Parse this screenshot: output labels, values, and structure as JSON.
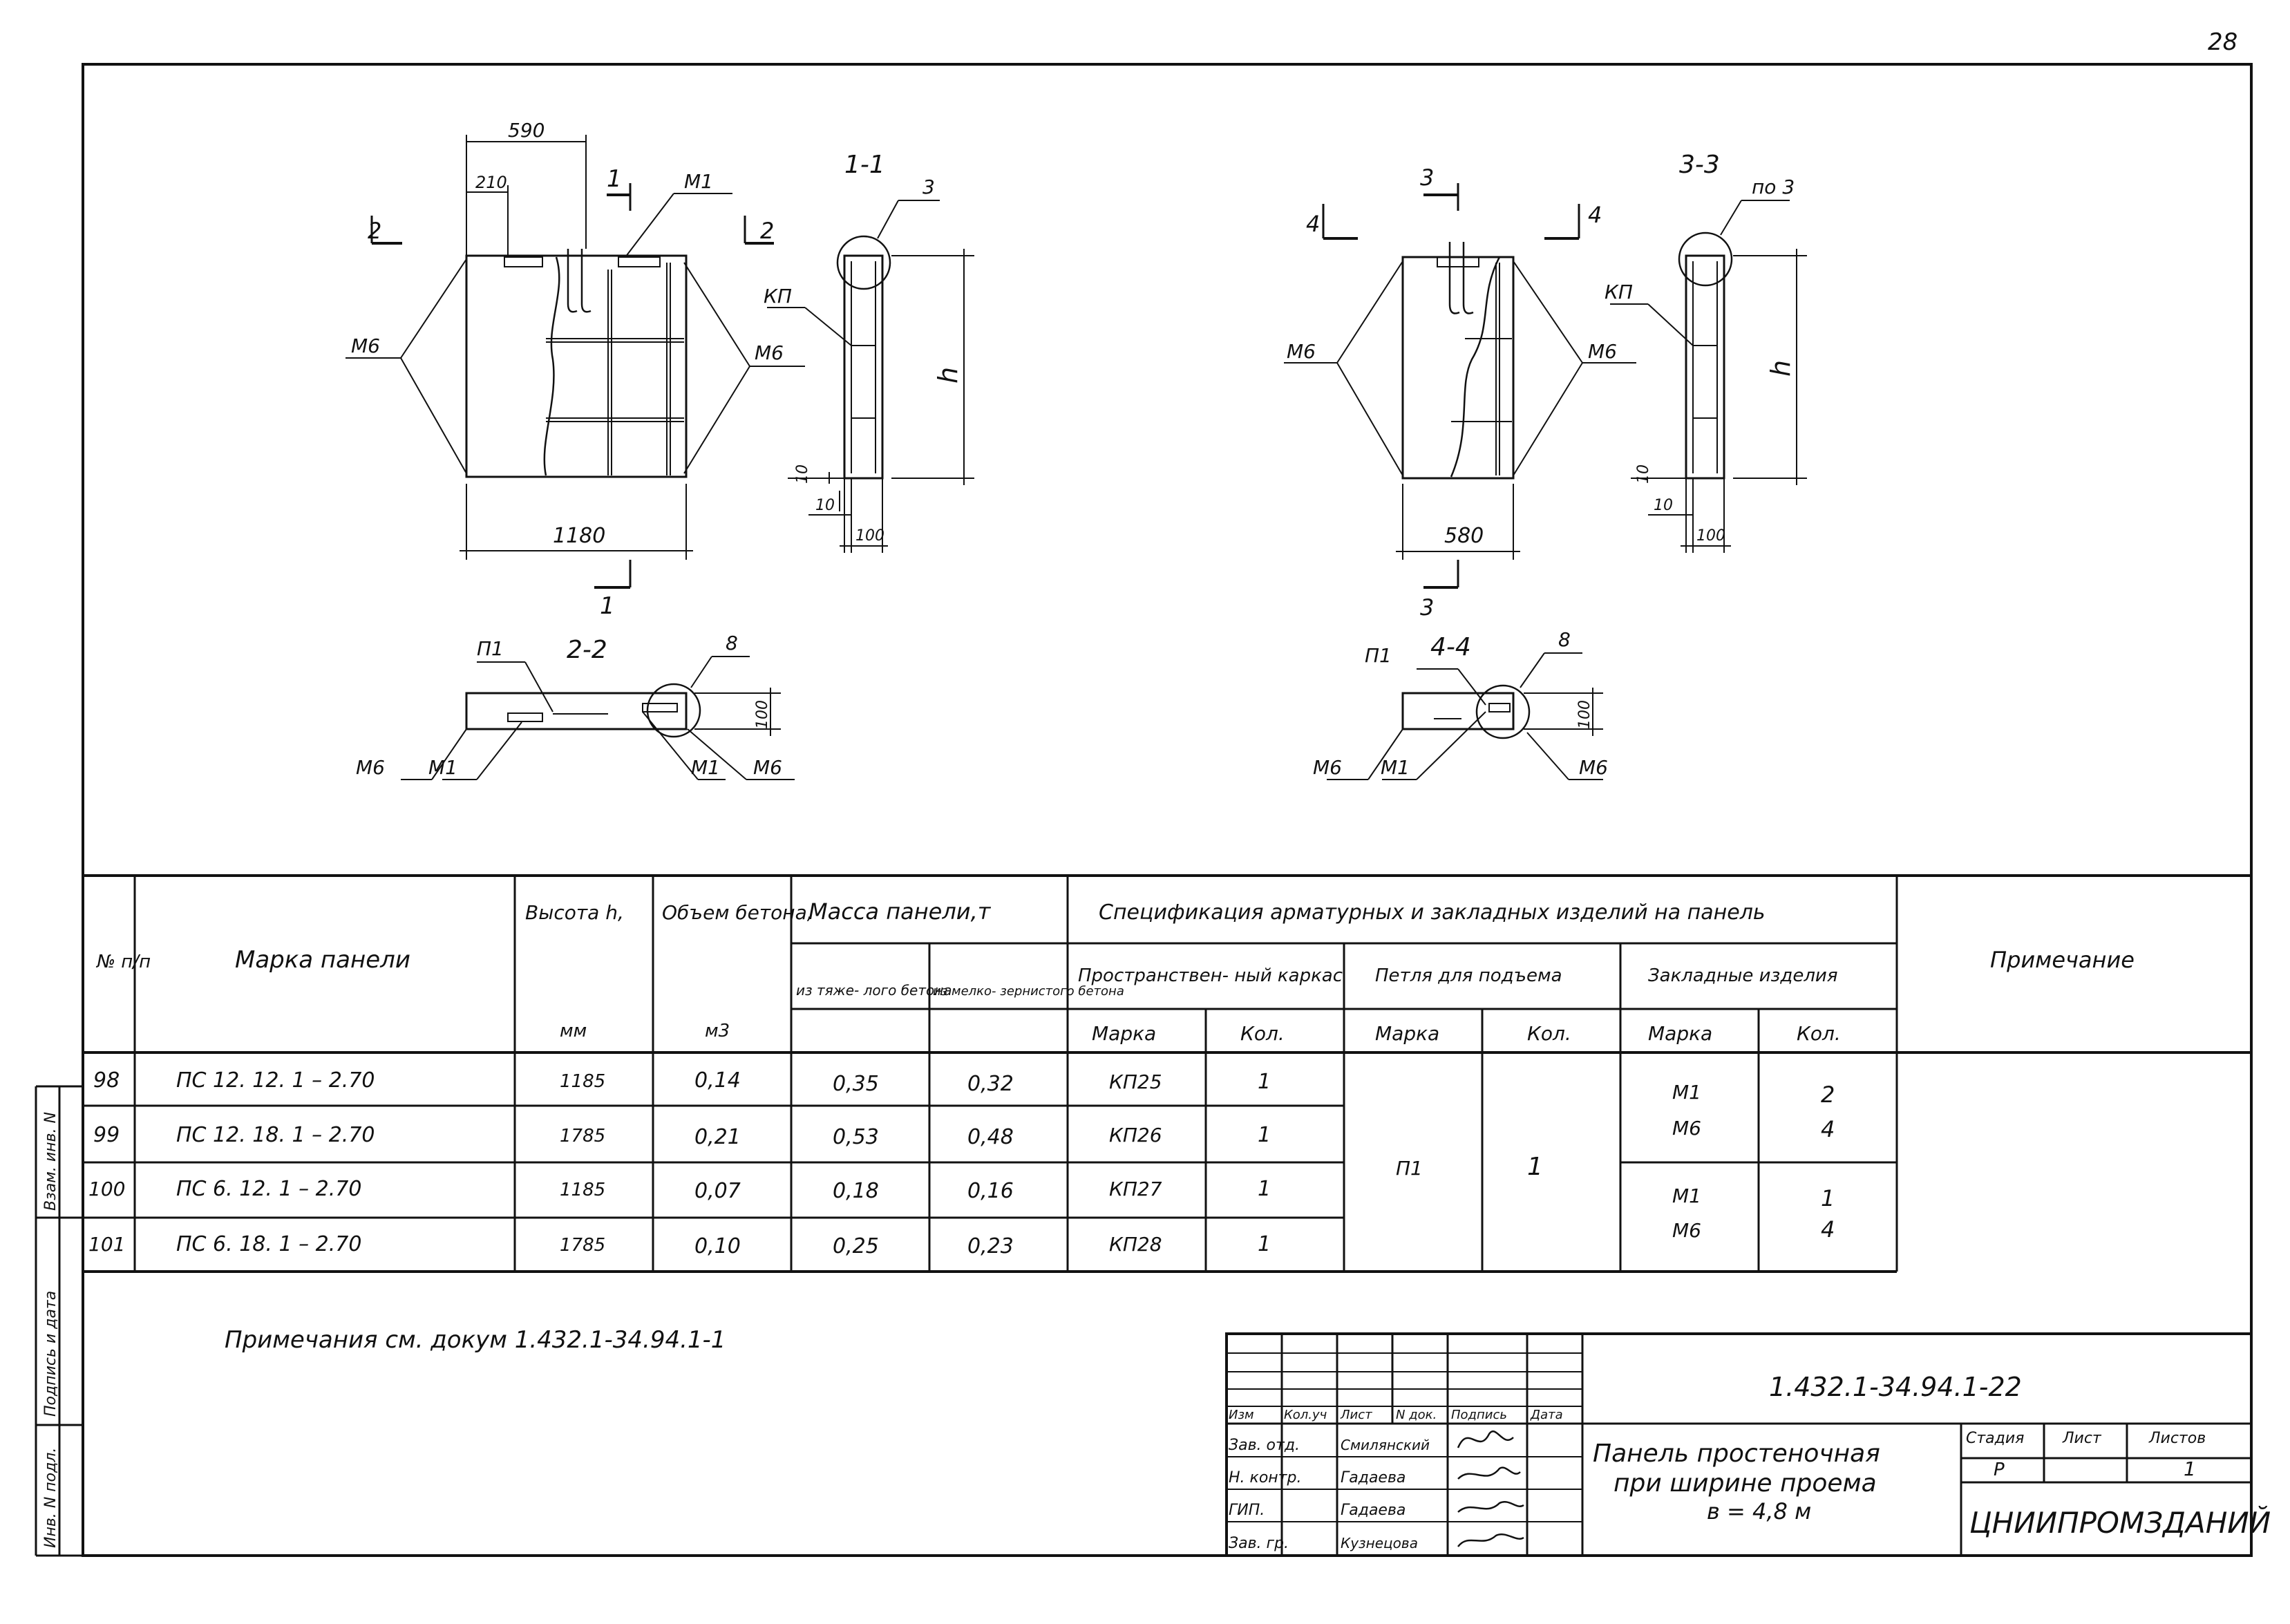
{
  "sheet_number": "28",
  "drawing": {
    "view_left": {
      "dim_590": "590",
      "dim_210": "210",
      "dim_1180": "1180",
      "cut_1": "1",
      "cut_2a": "2",
      "cut_2b": "2",
      "label_m1": "М1",
      "label_m6_left": "М6",
      "label_m6_right": "М6"
    },
    "section_1_1": {
      "title": "1-1",
      "callout": "3",
      "label_kp": "КП",
      "h_label": "h",
      "dim_10a": "10",
      "dim_10b": "10",
      "dim_100": "100"
    },
    "view_right": {
      "dim_580": "580",
      "cut_3a": "3",
      "cut_3b": "3",
      "cut_4a": "4",
      "cut_4b": "4",
      "label_m6_left": "М6",
      "label_m6_right": "М6"
    },
    "section_3_3": {
      "title": "3-3",
      "callout": "по 3",
      "label_kp": "КП",
      "h_label": "h",
      "dim_10a": "10",
      "dim_10b": "10",
      "dim_100": "100"
    },
    "section_2_2": {
      "title": "2-2",
      "label_p1": "П1",
      "callout": "8",
      "dim_100": "100",
      "label_m6a": "М6",
      "label_m1a": "М1",
      "label_m1b": "М1",
      "label_m6b": "М6"
    },
    "section_4_4": {
      "title": "4-4",
      "label_p1": "П1",
      "callout": "8",
      "dim_100": "100",
      "label_m6a": "М6",
      "label_m1a": "М1",
      "label_m6b": "М6"
    }
  },
  "table": {
    "headers": {
      "num": "№ п/п",
      "mark": "Марка панели",
      "height": "Высота h,",
      "height_unit": "мм",
      "volume": "Объем бетона,",
      "volume_unit": "м3",
      "mass": "Масса панели,т",
      "mass_heavy": "из тяже- лого бетона",
      "mass_fine": "из мелко- зернистого бетона",
      "spec": "Спецификация арматурных и закладных изделий на панель",
      "frame": "Пространствен- ный каркас",
      "loop": "Петля для подъема",
      "embedded": "Закладные изделия",
      "mark_col": "Марка",
      "qty_col": "Кол.",
      "note": "Примечание"
    },
    "rows": [
      {
        "num": "98",
        "mark": "ПС 12. 12. 1 – 2.70",
        "height": "1185",
        "volume": "0,14",
        "heavy": "0,35",
        "fine": "0,32",
        "frame": "КП25",
        "frame_qty": "1"
      },
      {
        "num": "99",
        "mark": "ПС 12. 18. 1 – 2.70",
        "height": "1785",
        "volume": "0,21",
        "heavy": "0,53",
        "fine": "0,48",
        "frame": "КП26",
        "frame_qty": "1"
      },
      {
        "num": "100",
        "mark": "ПС 6. 12. 1 – 2.70",
        "height": "1185",
        "volume": "0,07",
        "heavy": "0,18",
        "fine": "0,16",
        "frame": "КП27",
        "frame_qty": "1"
      },
      {
        "num": "101",
        "mark": "ПС 6. 18. 1 – 2.70",
        "height": "1785",
        "volume": "0,10",
        "heavy": "0,25",
        "fine": "0,23",
        "frame": "КП28",
        "frame_qty": "1"
      }
    ],
    "loop_mark": "П1",
    "loop_qty": "1",
    "embedded_group1": {
      "mark1": "М1",
      "qty1": "2",
      "mark2": "М6",
      "qty2": "4"
    },
    "embedded_group2": {
      "mark1": "М1",
      "qty1": "1",
      "mark2": "М6",
      "qty2": "4"
    }
  },
  "note_text": "Примечания см. докум 1.432.1-34.94.1-1",
  "side_stamp": {
    "cell1": "Инв. N подл.",
    "cell2": "Подпись и дата",
    "cell3": "Взам. инв. N"
  },
  "title_block": {
    "doc_code": "1.432.1-34.94.1-22",
    "head_izm": "Изм",
    "head_kol": "Кол.уч",
    "head_list": "Лист",
    "head_ndok": "N док.",
    "head_podp": "Подпись",
    "head_data": "Дата",
    "role1": "Зав. отд.",
    "name1": "Смилянский",
    "role2": "Н. контр.",
    "name2": "Гадаева",
    "role3": "ГИП.",
    "name3": "Гадаева",
    "role4": "Зав. гр.",
    "name4": "Кузнецова",
    "title_line1": "Панель простеночная",
    "title_line2": "при ширине проема",
    "title_line3": "в = 4,8 м",
    "stage_label": "Стадия",
    "sheet_label": "Лист",
    "sheets_label": "Листов",
    "stage_value": "Р",
    "sheets_value": "1",
    "org": "ЦНИИПРОМЗДАНИЙ"
  }
}
